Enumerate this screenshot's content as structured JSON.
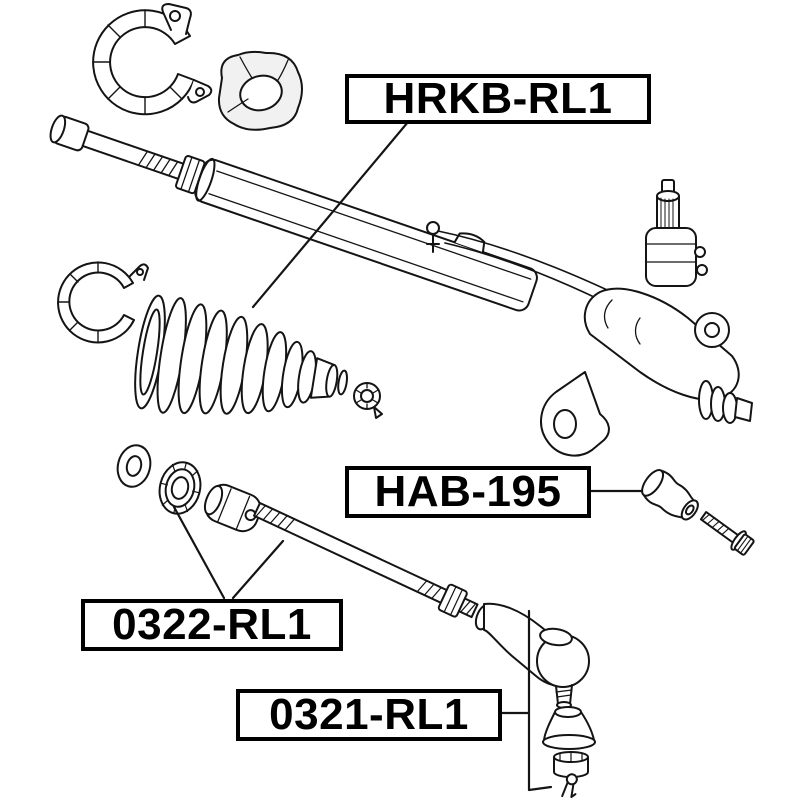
{
  "colors": {
    "ink": "#141414",
    "background": "#ffffff",
    "label_border": "#000000"
  },
  "labels": {
    "hrkb": "HRKB-RL1",
    "hab": "HAB-195",
    "p0322": "0322-RL1",
    "p0321": "0321-RL1"
  }
}
